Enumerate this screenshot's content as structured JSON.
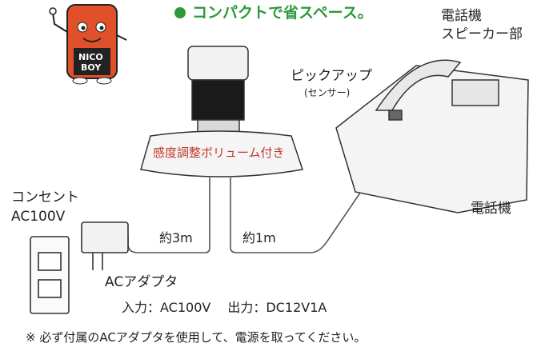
{
  "headline": "コンパクトで省スペース。",
  "mascot": {
    "line1": "NICO",
    "line2": "BOY"
  },
  "phone_speaker_label": {
    "line1": "電話機",
    "line2": "スピーカー部"
  },
  "pickup_label": "ピックアップ",
  "sensor_label": "(センサー)",
  "base_label": "感度調整ボリューム付き",
  "phone_label": "電話機",
  "outlet_label": {
    "line1": "コンセント",
    "line2": "AC100V"
  },
  "cable_adapter_length": "約3m",
  "cable_phone_length": "約1m",
  "adapter_label": "ACアダプタ",
  "spec": "入力：AC100V　 出力：DC12V1A",
  "note": "※ 必ず付属のACアダプタを使用して、電源を取ってください。",
  "colors": {
    "headline": "#2e9a3a",
    "base_label": "#c0392b",
    "mascot_body": "#e0502a",
    "line": "#333333"
  }
}
